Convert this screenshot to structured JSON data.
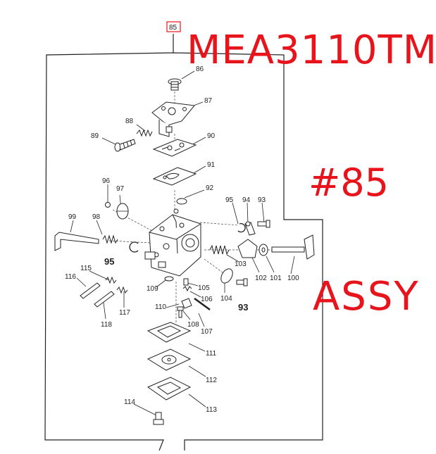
{
  "diagram": {
    "top_ref": "85",
    "model": "MEA3110TM",
    "ref_tag": "#85",
    "assy": "ASSY",
    "part_numbers": {
      "p86": "86",
      "p87": "87",
      "p88": "88",
      "p89": "89",
      "p90": "90",
      "p91": "91",
      "p92": "92",
      "p93a": "93",
      "p93b": "93",
      "p94": "94",
      "p95a": "95",
      "p95b": "95",
      "p96": "96",
      "p97": "97",
      "p98": "98",
      "p99": "99",
      "p100": "100",
      "p101": "101",
      "p102": "102",
      "p103": "103",
      "p104": "104",
      "p105": "105",
      "p106": "106",
      "p107": "107",
      "p108": "108",
      "p109": "109",
      "p110": "110",
      "p111": "111",
      "p112": "112",
      "p113": "113",
      "p114": "114",
      "p115": "115",
      "p116": "116",
      "p117": "117",
      "p118": "118"
    },
    "colors": {
      "accent": "#e8141c",
      "line": "#222222"
    }
  }
}
